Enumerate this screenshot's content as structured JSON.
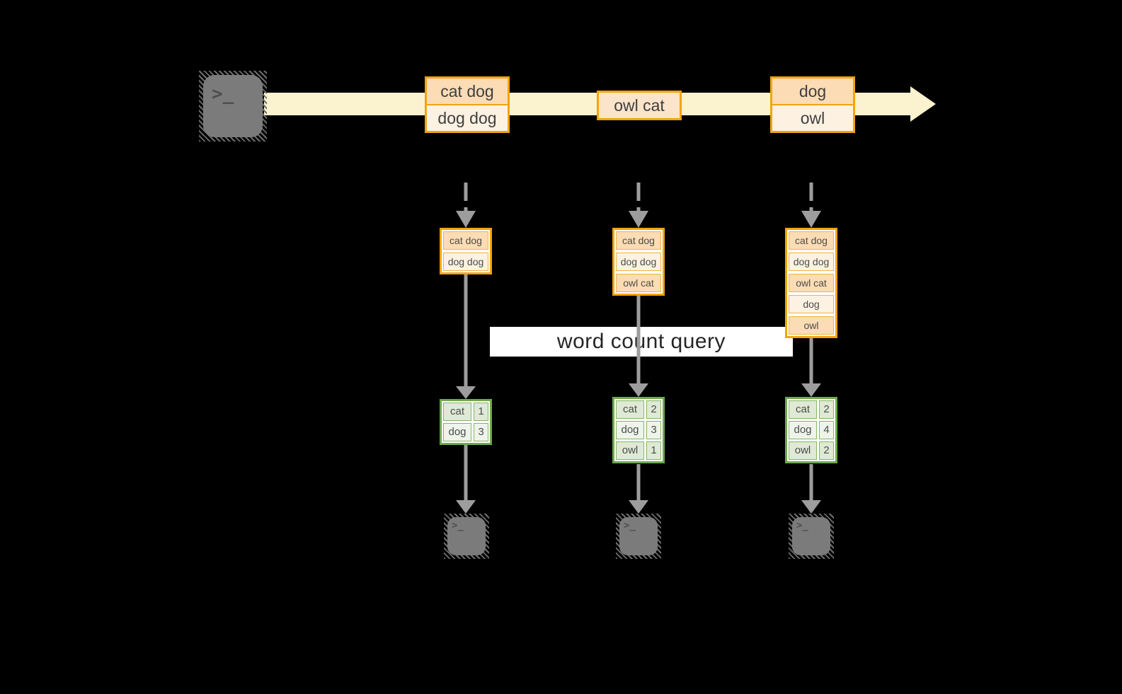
{
  "query_label": "word count query",
  "colors": {
    "background": "#000000",
    "stream_band": "#FBF2CF",
    "event_border": "#F2A40D",
    "event_fill_dark": "#FBDCB4",
    "event_fill_light": "#FDF1E2",
    "result_border": "#6FA84D",
    "result_fill_dark": "#DFE9D5",
    "result_fill_light": "#EEF4EA",
    "arrow_gray": "#9D9D9D",
    "terminal_gray": "#7B7B7B"
  },
  "source_terminal": {
    "glyph": ">_"
  },
  "stream": {
    "events": [
      {
        "lines": [
          "cat dog",
          "dog dog"
        ]
      },
      {
        "lines": [
          "owl cat"
        ]
      },
      {
        "lines": [
          "dog",
          "owl"
        ]
      }
    ]
  },
  "columns": [
    {
      "buffer": [
        "cat dog",
        "dog dog"
      ],
      "counts": [
        {
          "word": "cat",
          "count": "1"
        },
        {
          "word": "dog",
          "count": "3"
        }
      ]
    },
    {
      "buffer": [
        "cat dog",
        "dog dog",
        "owl cat"
      ],
      "counts": [
        {
          "word": "cat",
          "count": "2"
        },
        {
          "word": "dog",
          "count": "3"
        },
        {
          "word": "owl",
          "count": "1"
        }
      ]
    },
    {
      "buffer": [
        "cat dog",
        "dog dog",
        "owl cat",
        "dog",
        "owl"
      ],
      "counts": [
        {
          "word": "cat",
          "count": "2"
        },
        {
          "word": "dog",
          "count": "4"
        },
        {
          "word": "owl",
          "count": "2"
        }
      ]
    }
  ],
  "output_terminals": [
    {
      "glyph": ">_"
    },
    {
      "glyph": ">_"
    },
    {
      "glyph": ">_"
    }
  ]
}
